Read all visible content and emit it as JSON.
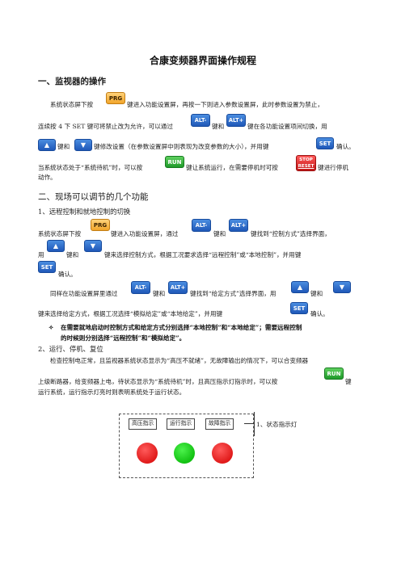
{
  "title": "合康变频器界面操作规程",
  "sec1": {
    "heading": "一、监视器的操作",
    "p1": {
      "l1a": "系统状态屏下按",
      "l1b": "键进入功能设置屏，再按一下则进入参数设置屏，此时参数设置为禁止，",
      "l2a": "连续按 4 下 SET 键可将禁止改为允许，可以通过",
      "l2b": "键和",
      "l2c": "键在各功能设置项间切换，用",
      "l3a": "键和",
      "l3b": "键修改设置（在参数设置屏中则表现为改变参数的大小），并用键",
      "l3c": "确认。"
    },
    "p2": {
      "l1a": "当系统状态处于“系统待机”时，可以按",
      "l1b": "键让系统运行，在需要停机时可按",
      "l1c": "键进行停机",
      "l2": "动作。"
    }
  },
  "sec2": {
    "heading": "二、现场可以调节的几个功能",
    "sub1": "1、远程控制和就地控制的切换",
    "p1": {
      "l1a": "系统状态屏下按",
      "l1b": "键进入功能设置屏，通过",
      "l1c": "键和",
      "l1d": "键找到“控制方式”选择界面，",
      "l2a": "用",
      "l2b": "键和",
      "l2c": "键来选择控制方式，根据工况要求选择“远程控制”或“本地控制”，并用键",
      "l3": "确认。"
    },
    "p2": {
      "l1a": "同样在功能设置屏里通过",
      "l1b": "键和",
      "l1c": "键找到“给定方式”选择界面，用",
      "l1d": "键和",
      "l2a": "键来选择给定方式，根据工况选择“模拟给定”或“本地给定”，并用键",
      "l2b": "确认。"
    },
    "note": {
      "mark": "✧",
      "l1": "在需要就地启动时控制方式和给定方式分别选择“本地控制”和“本地给定”；需要远程控制",
      "l2": "的时候则分别选择“远程控制”和“模拟给定”。"
    },
    "sub2": "2、运行、停机、复位",
    "p3": {
      "l1": "检查控制电正常，且监视器系统状态显示为“高压不就绪”，无故障输出的情况下，可以合变频器",
      "l2a": "上级断路器，给变频器上电，待状态显示为“系统待机”时，且高压指示灯指示时，可以按",
      "l2b": "键",
      "l3": "运行系统，运行指示灯亮时则表明系统处于运行状态。"
    }
  },
  "keys": {
    "prg": "PRG",
    "alt_minus": "ALT-",
    "alt_plus": "ALT+",
    "up": "▲",
    "down": "▼",
    "set": "SET",
    "run": "RUN",
    "stop": "STOP",
    "reset": "RESET"
  },
  "indicators": {
    "labels": [
      "高压指示",
      "运行指示",
      "故障指示"
    ],
    "colors": [
      "#e01a1a",
      "#12c112",
      "#e01a1a"
    ],
    "callout": "1、状态指示灯"
  }
}
